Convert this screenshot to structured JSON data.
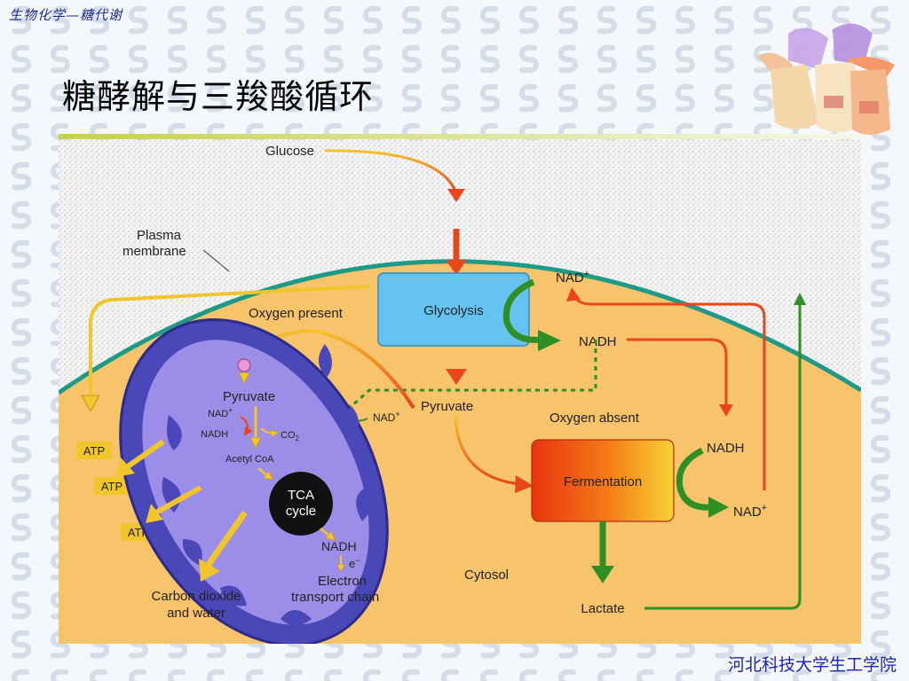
{
  "header": {
    "tag": "生物化学—糖代谢"
  },
  "slide": {
    "title": "糖酵解与三羧酸循环"
  },
  "footer": {
    "institution": "河北科技大学生工学院"
  },
  "diagram": {
    "glucose": "Glucose",
    "plasma_membrane_1": "Plasma",
    "plasma_membrane_2": "membrane",
    "glycolysis": "Glycolysis",
    "nad_plus_top": "NAD",
    "nadh_top": "NADH",
    "oxygen_present": "Oxygen present",
    "oxygen_absent": "Oxygen absent",
    "pyruvate_cytosol": "Pyruvate",
    "nad_plus_mid": "NAD",
    "fermentation": "Fermentation",
    "nadh_ferm": "NADH",
    "nad_plus_ferm": "NAD",
    "cytosol": "Cytosol",
    "lactate": "Lactate",
    "atp_1": "ATP",
    "atp_2": "ATP",
    "atp_3": "ATP",
    "carbon_dioxide_1": "Carbon dioxide",
    "carbon_dioxide_2": "and water",
    "pyruvate_mito": "Pyruvate",
    "nad_plus_mito": "NAD",
    "nadh_mito": "NADH",
    "co2": "CO",
    "acetyl_coa": "Acetyl CoA",
    "tca_1": "TCA",
    "tca_2": "cycle",
    "nadh_etc": "NADH",
    "electron": "e",
    "etc_1": "Electron",
    "etc_2": "transport chain",
    "plus": "+",
    "minus": "−",
    "sub2": "2"
  },
  "colors": {
    "cytosol": "#f7c36b",
    "membrane": "#1f9a86",
    "mitochondrion": "#4a47b8",
    "mito_inner": "#9c8ee8",
    "glycolysis_box": "#64c3f1",
    "red_arrow": "#e8461c",
    "green_arrow": "#2e8f25",
    "yellow_arrow": "#f1c52c",
    "title_blue": "#1c25b0"
  }
}
